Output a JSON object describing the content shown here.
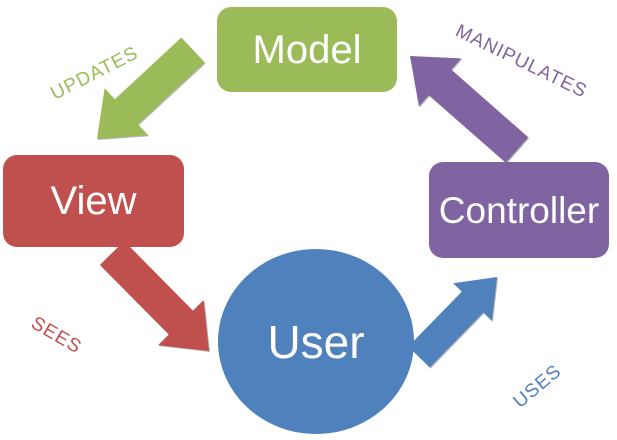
{
  "diagram": {
    "background_color": "#FFFFFF",
    "nodes": {
      "model": {
        "label": "Model",
        "shape": "rounded-rectangle",
        "color": "#9BBB59",
        "text_color": "#FFFFFF"
      },
      "view": {
        "label": "View",
        "shape": "rounded-rectangle",
        "color": "#C0504D",
        "text_color": "#FFFFFF"
      },
      "controller": {
        "label": "Controller",
        "shape": "rounded-rectangle",
        "color": "#8064A2",
        "text_color": "#FFFFFF"
      },
      "user": {
        "label": "User",
        "shape": "circle",
        "color": "#4F81BD",
        "text_color": "#FFFFFF"
      }
    },
    "arrows": {
      "updates": {
        "label": "UPDATES",
        "color": "#9BBB59",
        "from": "Model",
        "to": "View"
      },
      "manipulates": {
        "label": "MANIPULATES",
        "color": "#8064A2",
        "from": "Controller",
        "to": "Model"
      },
      "sees": {
        "label": "SEES",
        "color": "#C0504D",
        "from": "View",
        "to": "User"
      },
      "uses": {
        "label": "USES",
        "color": "#4F81BD",
        "from": "User",
        "to": "Controller"
      }
    }
  }
}
